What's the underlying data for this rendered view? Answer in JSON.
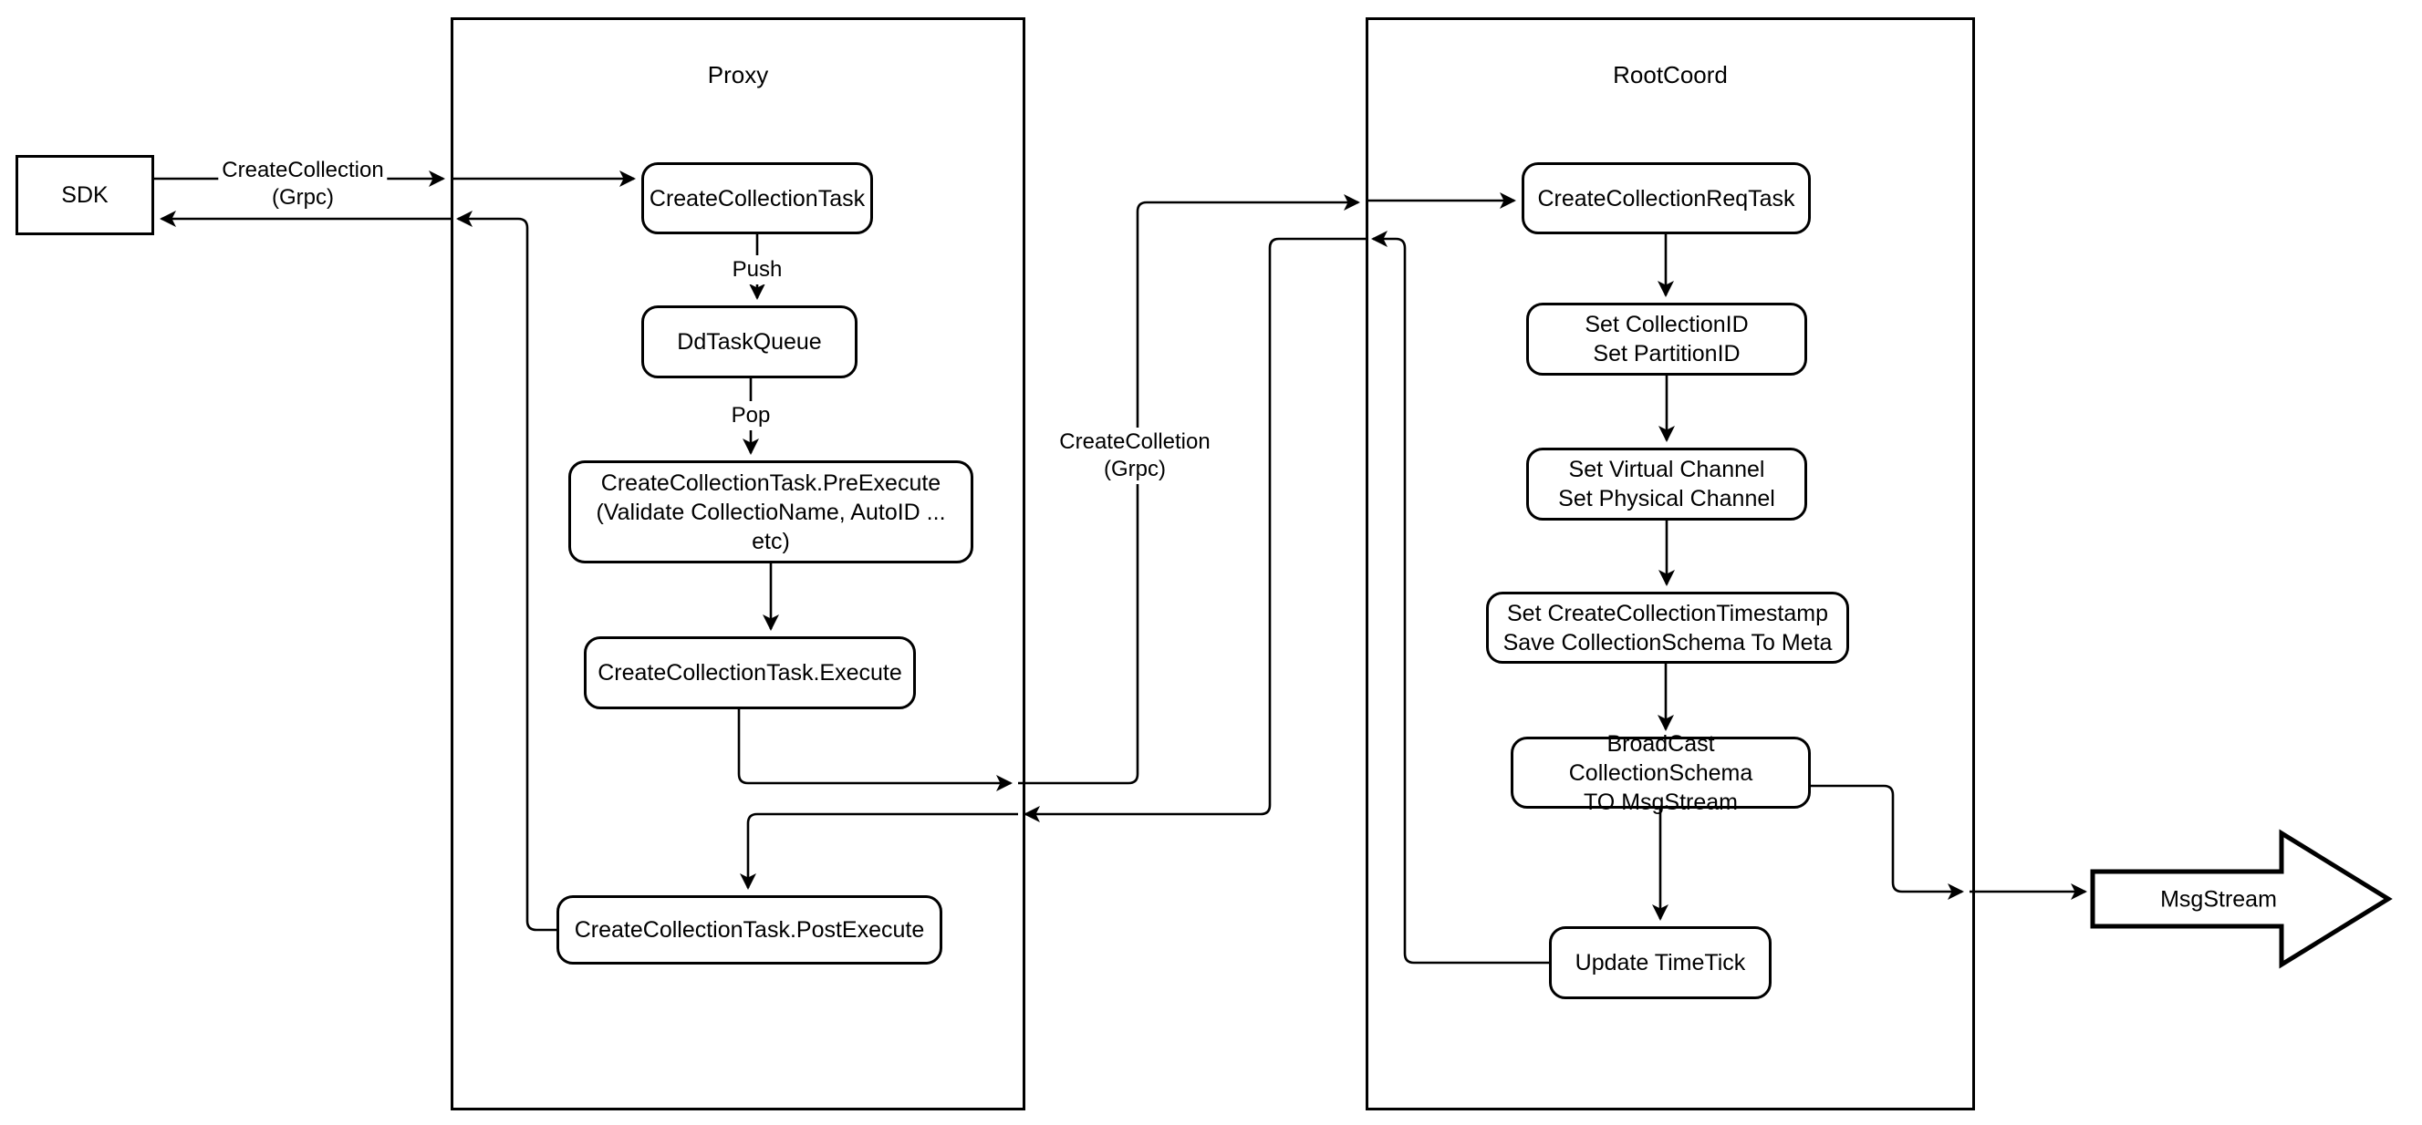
{
  "containers": {
    "proxy": {
      "title": "Proxy"
    },
    "rootcoord": {
      "title": "RootCoord"
    }
  },
  "nodes": {
    "sdk": {
      "label": "SDK"
    },
    "create_collection_task": {
      "label": "CreateCollectionTask"
    },
    "dd_task_queue": {
      "label": "DdTaskQueue"
    },
    "pre_execute": {
      "line1": "CreateCollectionTask.PreExecute",
      "line2": "(Validate CollectioName, AutoID ... etc)"
    },
    "execute": {
      "label": "CreateCollectionTask.Execute"
    },
    "post_execute": {
      "label": "CreateCollectionTask.PostExecute"
    },
    "req_task": {
      "label": "CreateCollectionReqTask"
    },
    "set_ids": {
      "line1": "Set CollectionID",
      "line2": "Set PartitionID"
    },
    "set_channels": {
      "line1": "Set Virtual Channel",
      "line2": "Set Physical Channel"
    },
    "set_timestamp": {
      "line1": "Set CreateCollectionTimestamp",
      "line2": "Save CollectionSchema To Meta"
    },
    "broadcast": {
      "line1": "BroadCast CollectionSchema",
      "line2": "TO MsgStream"
    },
    "update_timetick": {
      "label": "Update TimeTick"
    },
    "msgstream": {
      "label": "MsgStream"
    }
  },
  "edge_labels": {
    "sdk_grpc": {
      "line1": "CreateCollection",
      "line2": "(Grpc)"
    },
    "proxy_grpc": {
      "line1": "CreateColletion",
      "line2": "(Grpc)"
    },
    "push": "Push",
    "pop": "Pop"
  },
  "colors": {
    "stroke": "#000000",
    "fill": "#ffffff",
    "background": "#ffffff"
  }
}
